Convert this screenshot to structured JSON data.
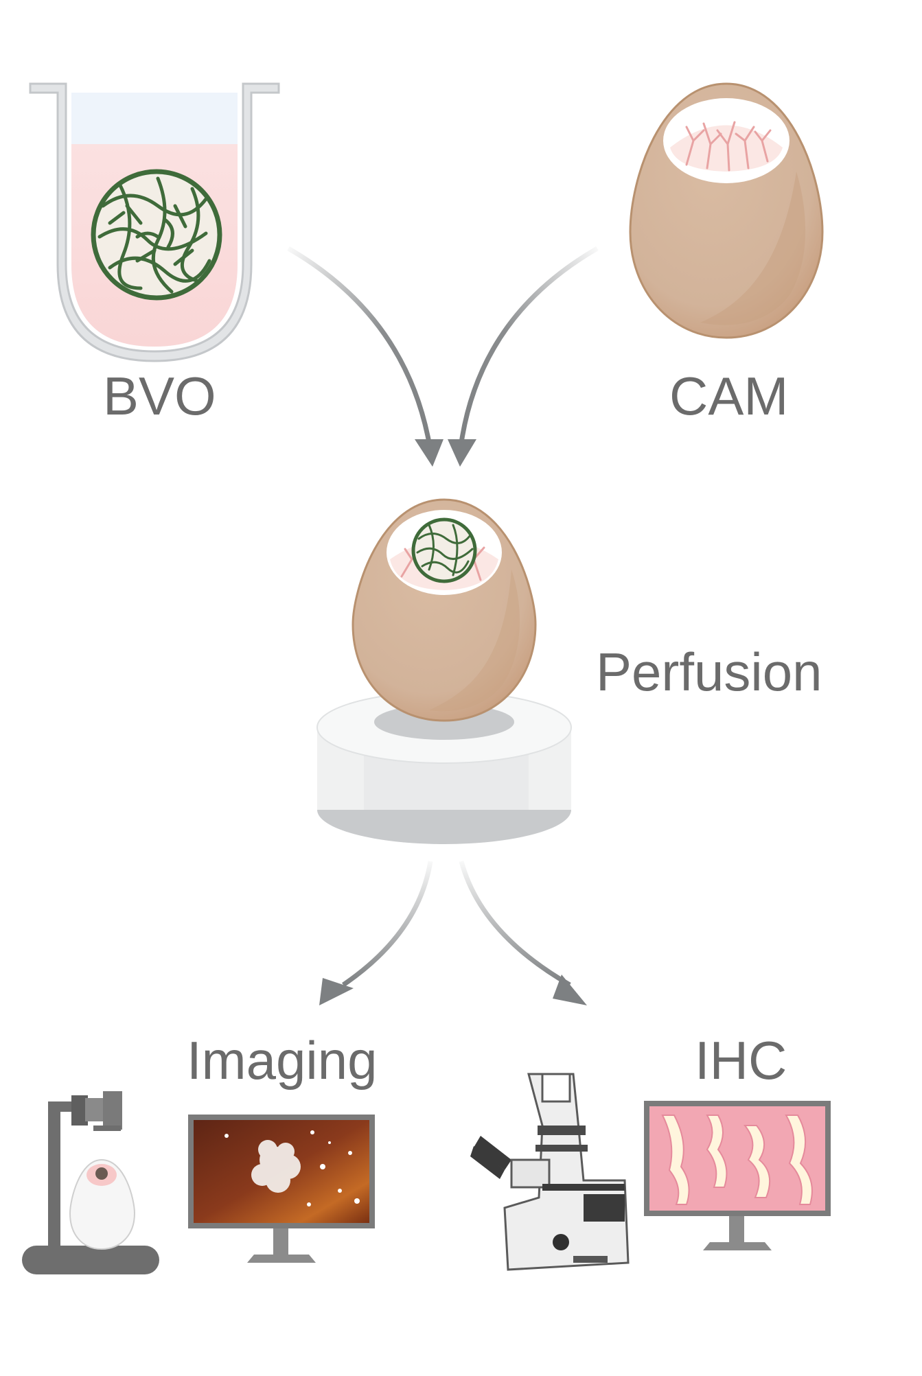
{
  "labels": {
    "bvo": "BVO",
    "cam": "CAM",
    "perfusion": "Perfusion",
    "imaging": "Imaging",
    "ihc": "IHC"
  },
  "colors": {
    "text": "#6b6b6b",
    "arrow": "#7d8082",
    "egg_shell": "#d2b39a",
    "egg_outline": "#b8916f",
    "organoid": "#3f6b3a",
    "medium": "#fbe1e1",
    "vessels": "#e8a3a3",
    "device": "#f0f1f1"
  },
  "icons": [
    "tube-icon",
    "organoid-icon",
    "egg-icon",
    "vessel-icon",
    "arrow-icon",
    "pedestal-icon",
    "camera-stand-icon",
    "monitor-icon",
    "microscope-icon"
  ]
}
